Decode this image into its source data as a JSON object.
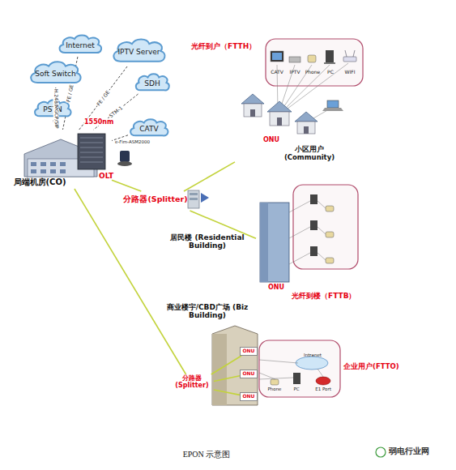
{
  "diagram": {
    "caption": "EPON 示意图",
    "nodes": [
      {
        "text": [
          "Internet"
        ]
      },
      {
        "text": [
          "IPTV Server"
        ]
      },
      {
        "text": [
          "Soft Switch"
        ]
      },
      {
        "text": [
          "SDH"
        ]
      },
      {
        "text": [
          "PSTN"
        ]
      },
      {
        "text": [
          "CATV"
        ]
      },
      {
        "text": [
          "局端机房(CO)"
        ]
      },
      {
        "text": [
          "分路器(Splitter)"
        ]
      },
      {
        "text": [
          "ONU",
          "小区用户 (Community)"
        ]
      },
      {
        "text": [
          "ONU"
        ]
      },
      {
        "text": [
          "分路器 (Splitter)"
        ]
      },
      {
        "text": [
          "ONU"
        ]
      },
      {
        "text": [
          "ONU"
        ]
      },
      {
        "text": [
          "ONU"
        ]
      }
    ],
    "edges": [
      {
        "from": 0,
        "to": 6,
        "arrow": "none",
        "label": "FE / GE"
      },
      {
        "from": 1,
        "to": 6,
        "arrow": "none",
        "label": "FE / GE"
      },
      {
        "from": 2,
        "to": 6,
        "arrow": "none",
        "label": "H.248/MGCP/SIP"
      },
      {
        "from": 3,
        "to": 6,
        "arrow": "none",
        "label": "STM-1"
      },
      {
        "from": 4,
        "to": 6,
        "arrow": "none"
      },
      {
        "from": 5,
        "to": 6,
        "arrow": "none"
      },
      {
        "from": 6,
        "to": 7,
        "arrow": "none"
      },
      {
        "from": 7,
        "to": 8,
        "arrow": "none"
      },
      {
        "from": 7,
        "to": 9,
        "arrow": "none"
      },
      {
        "from": 6,
        "to": 10,
        "arrow": "none"
      },
      {
        "from": 10,
        "to": 11,
        "arrow": "none"
      },
      {
        "from": 10,
        "to": 12,
        "arrow": "none"
      },
      {
        "from": 10,
        "to": 13,
        "arrow": "none"
      }
    ],
    "labels": [
      "e-Fim-ASM2000",
      "1550nm",
      "OLT",
      "光纤到户（FTTH）",
      "CATV",
      "IPTV",
      "Phone",
      "PC",
      "WIFI",
      "居民楼 (Residential Building)",
      "光纤到楼（FTTB）",
      "商业楼宇/CBD广场 (Biz Building)",
      "Intranet",
      "企业用户(FTTO)",
      "Phone",
      "PC",
      "E1 Port",
      "弱电行业网"
    ]
  }
}
